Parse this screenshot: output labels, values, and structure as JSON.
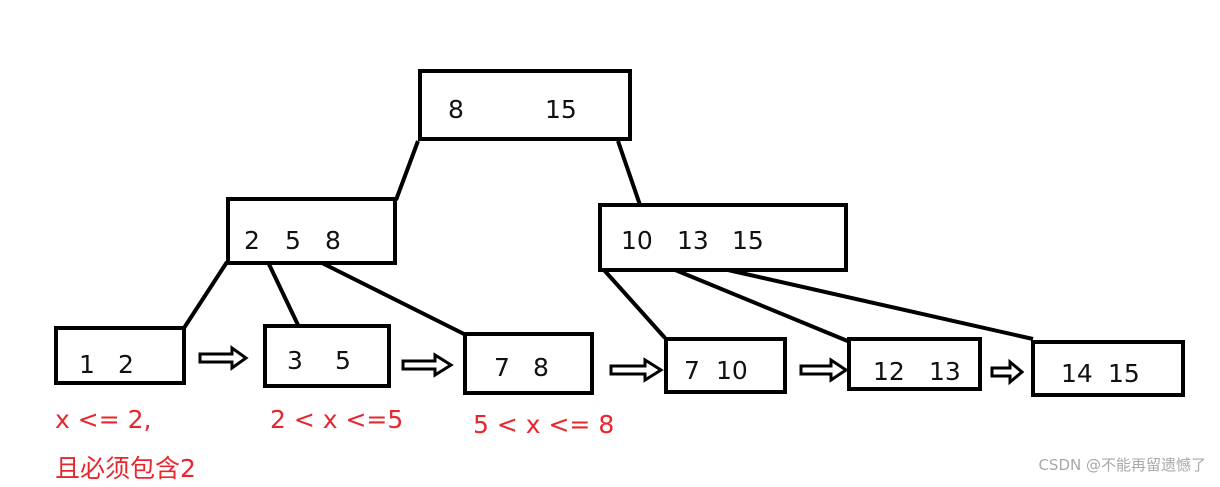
{
  "tree": {
    "root": {
      "keys": [
        "8",
        "15"
      ]
    },
    "internal": [
      {
        "keys": [
          "2",
          "5",
          "8"
        ]
      },
      {
        "keys": [
          "10",
          "13",
          "15"
        ]
      }
    ],
    "leaves": [
      {
        "keys": [
          "1",
          "2"
        ]
      },
      {
        "keys": [
          "3",
          "5"
        ]
      },
      {
        "keys": [
          "7",
          "8"
        ]
      },
      {
        "keys": [
          "7",
          "10"
        ]
      },
      {
        "keys": [
          "12",
          "13"
        ]
      },
      {
        "keys": [
          "14",
          "15"
        ]
      }
    ]
  },
  "annotations": {
    "leaf1_range": "x <= 2,",
    "leaf1_note": "且必须包含2",
    "leaf2_range": "2 < x <=5",
    "leaf3_range": "5 < x <= 8"
  },
  "colors": {
    "annotation": "#e8262e",
    "stroke": "#000000",
    "watermark": "#a8a8a8"
  },
  "watermark": "CSDN @不能再留遗憾了"
}
